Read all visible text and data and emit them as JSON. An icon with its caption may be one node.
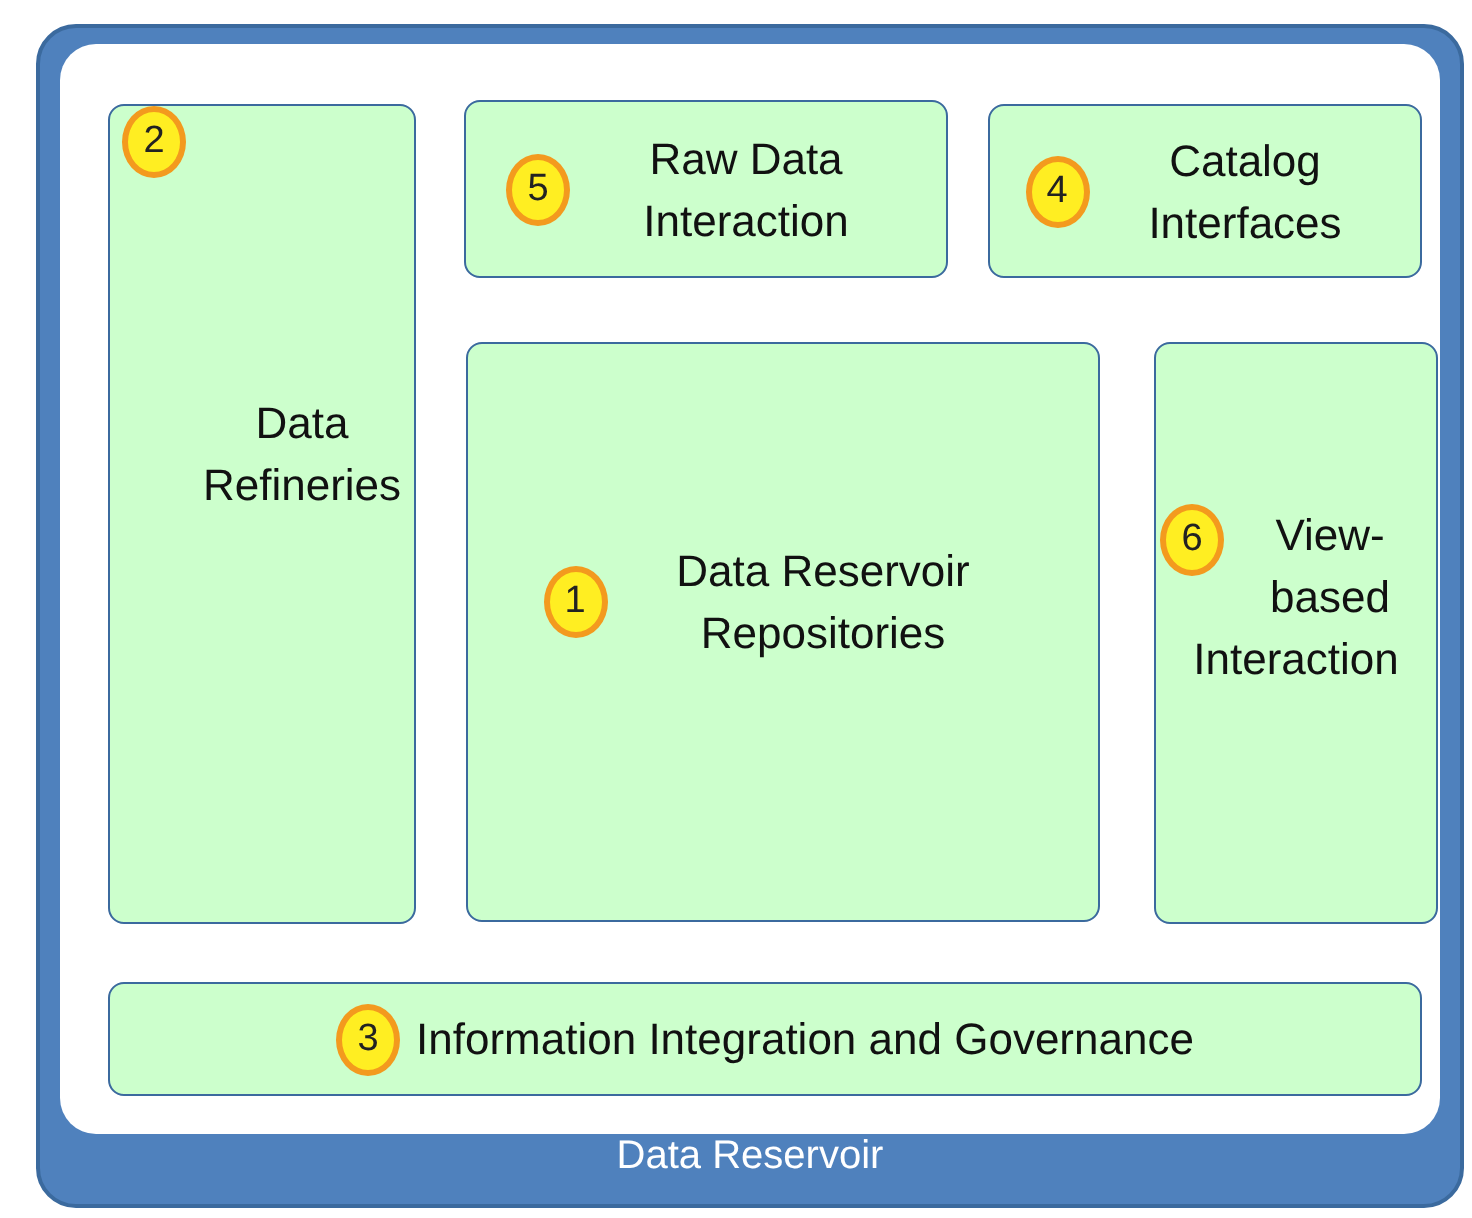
{
  "diagram": {
    "nodes": [
      {
        "text": [
          "Data Reservoir"
        ]
      },
      {
        "text": [
          "2",
          "Data Refineries"
        ],
        "in": 0
      },
      {
        "text": [
          "5",
          "Raw Data Interaction"
        ],
        "in": 0
      },
      {
        "text": [
          "4",
          "Catalog Interfaces"
        ],
        "in": 0
      },
      {
        "text": [
          "1",
          "Data Reservoir Repositories"
        ],
        "in": 0
      },
      {
        "text": [
          "6",
          "View-based Interaction"
        ],
        "in": 0
      },
      {
        "text": [
          "3",
          "Information Integration and Governance"
        ],
        "in": 0
      }
    ]
  }
}
